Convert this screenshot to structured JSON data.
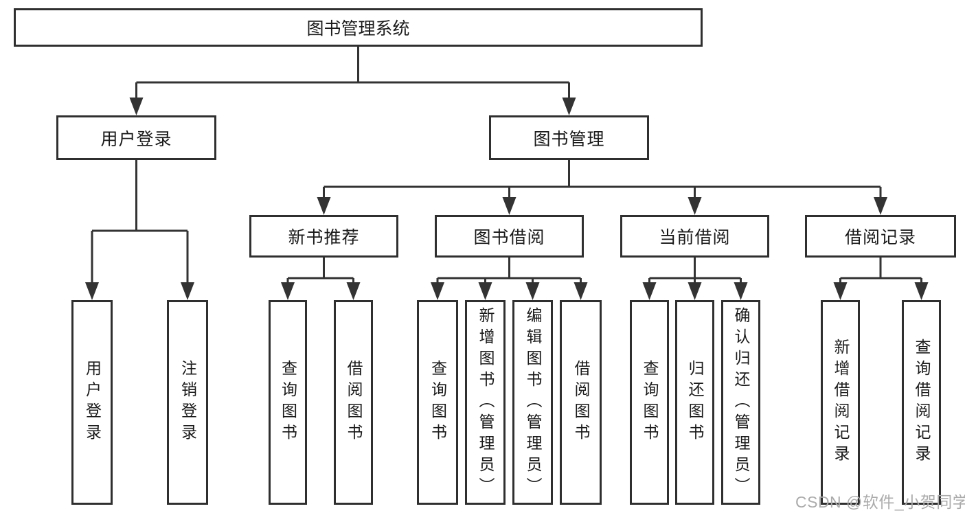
{
  "title": "图书管理系统",
  "nodes": {
    "user_login": {
      "label": "用户登录",
      "children": [
        "用户登录",
        "注销登录"
      ]
    },
    "book_management": {
      "label": "图书管理"
    },
    "new_book_rec": {
      "label": "新书推荐",
      "children": [
        "查询图书",
        "借阅图书"
      ]
    },
    "book_borrow": {
      "label": "图书借阅",
      "children": [
        "查询图书",
        "新增图书（管理员）",
        "编辑图书（管理员）",
        "借阅图书"
      ]
    },
    "current_borrow": {
      "label": "当前借阅",
      "children": [
        "查询图书",
        "归还图书",
        "确认归还（管理员）"
      ]
    },
    "borrow_records": {
      "label": "借阅记录",
      "children": [
        "新增借阅记录",
        "查询借阅记录"
      ]
    }
  },
  "watermark": "CSDN @软件_小贺同学",
  "colors": {
    "line": "#333333",
    "box_border": "#2f2f2f",
    "text": "#1a1a1a",
    "watermark": "#ababab",
    "background": "#ffffff"
  }
}
